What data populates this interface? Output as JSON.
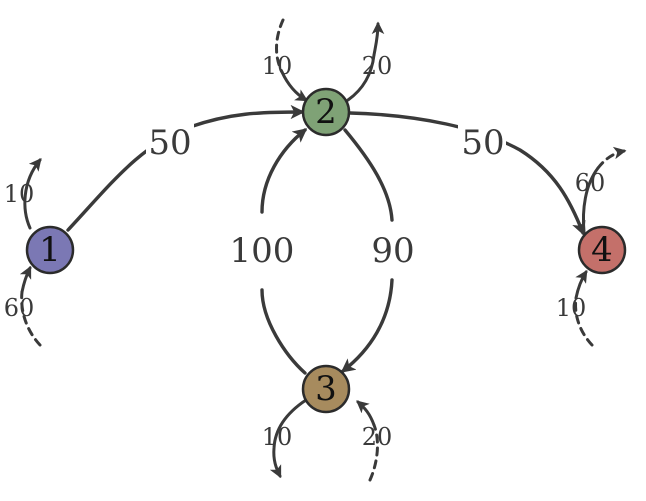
{
  "colors": {
    "node_1": "#7b78b4",
    "node_2": "#7fa276",
    "node_3": "#a78b5e",
    "node_4": "#c4706a",
    "edge": "#3a3a3a"
  },
  "nodes": [
    {
      "id": "1",
      "label": "1"
    },
    {
      "id": "2",
      "label": "2"
    },
    {
      "id": "3",
      "label": "3"
    },
    {
      "id": "4",
      "label": "4"
    }
  ],
  "edges": [
    {
      "from": "1",
      "to": "2",
      "label": "50"
    },
    {
      "from": "2",
      "to": "4",
      "label": "50"
    },
    {
      "from": "3",
      "to": "2",
      "label": "100"
    },
    {
      "from": "2",
      "to": "3",
      "label": "90"
    }
  ],
  "external_flows": {
    "node_1_out": "10",
    "node_1_in": "60",
    "node_2_in": "10",
    "node_2_out": "20",
    "node_3_out": "10",
    "node_3_in": "20",
    "node_4_out": "60",
    "node_4_in": "10"
  }
}
